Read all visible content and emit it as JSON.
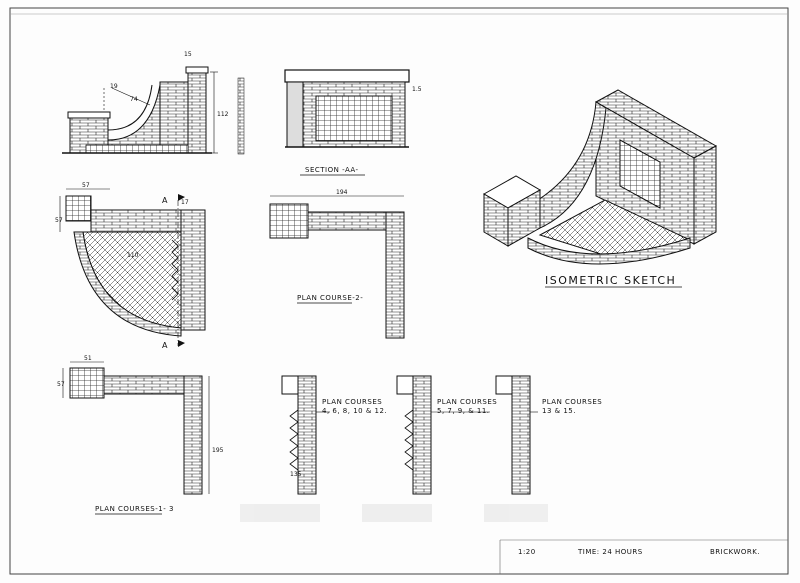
{
  "labels": {
    "section": "SECTION -AA-",
    "plan_course_2": "PLAN COURSE-2-",
    "isometric": "ISOMETRIC SKETCH",
    "plan_courses_1_3": "PLAN COURSES-1- 3",
    "plan_courses_a_title": "PLAN COURSES",
    "plan_courses_a_detail": "4, 6, 8, 10 & 12.",
    "plan_courses_b_title": "PLAN COURSES",
    "plan_courses_b_detail": "5, 7, 9, & 11.",
    "plan_courses_c_title": "PLAN COURSES",
    "plan_courses_c_detail": "13 & 15.",
    "section_mark_top": "A",
    "section_mark_bottom": "A"
  },
  "dimensions": {
    "elev_top": "15",
    "elev_r1": "19",
    "elev_r2": "74",
    "elev_height": "112",
    "sec_right": "1.5",
    "plan_w": "57",
    "plan_h": "57",
    "plan_r": "110",
    "plan_small": "17",
    "plan_top": "194",
    "p13_w": "51",
    "p13_h": "57",
    "p13_v": "195",
    "pca_side": "135"
  },
  "title_block": {
    "scale": "1:20",
    "time": "TIME: 24 HOURS",
    "subject": "BRICKWORK."
  }
}
